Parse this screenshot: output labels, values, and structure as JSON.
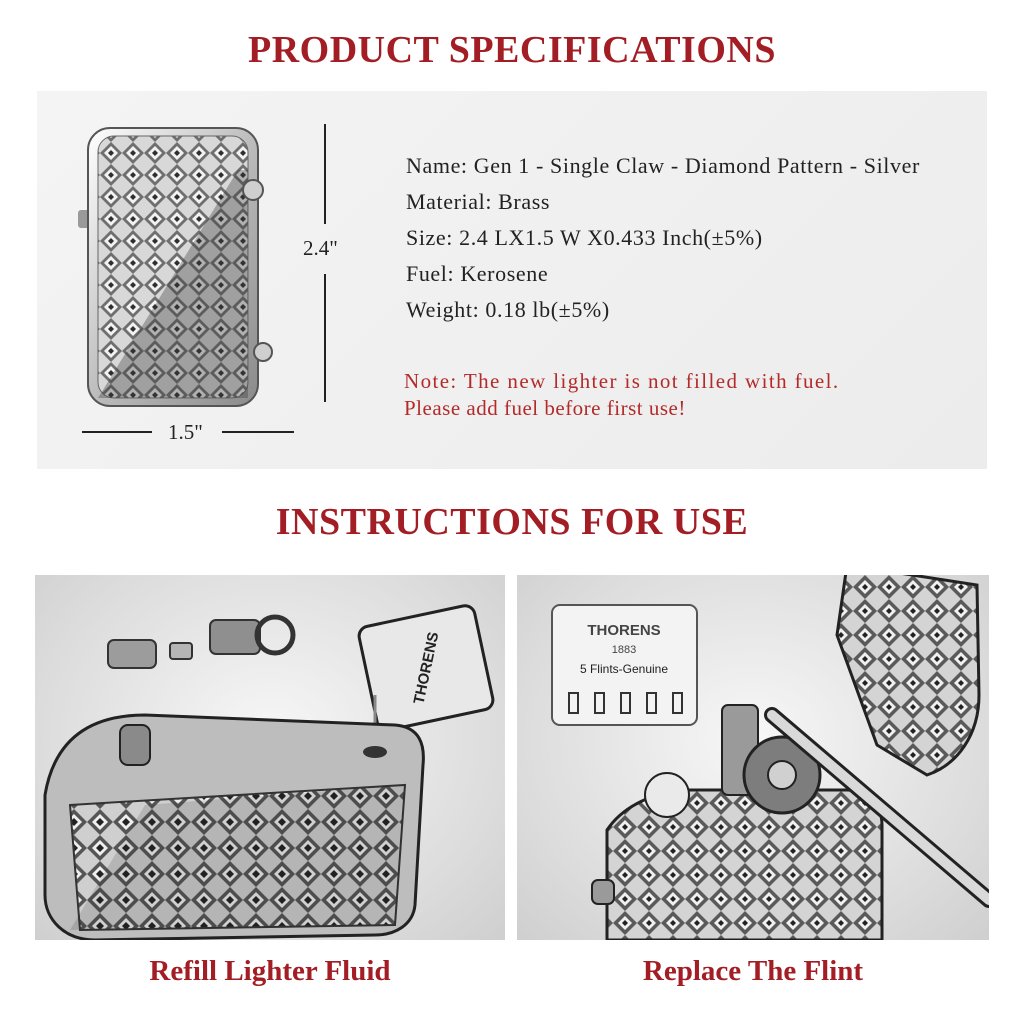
{
  "header": {
    "spec_title": "PRODUCT SPECIFICATIONS",
    "instructions_title": "INSTRUCTIONS FOR USE"
  },
  "specs": {
    "name": "Name:  Gen 1 - Single Claw - Diamond Pattern - Silver",
    "material": "Material: Brass",
    "size": "Size: 2.4 LX1.5 W X0.433 Inch(±5%)",
    "fuel": "Fuel: Kerosene",
    "weight": "Weight: 0.18 lb(±5%)"
  },
  "dimensions": {
    "height": "2.4\"",
    "width": "1.5\""
  },
  "note": {
    "line1": "Note: The new lighter is not filled with fuel.",
    "line2": "Please add fuel before first use!"
  },
  "instructions": {
    "refill": {
      "caption": "Refill Lighter Fluid",
      "can_brand": "THORENS"
    },
    "flint": {
      "caption": "Replace The Flint",
      "pack_brand": "THORENS",
      "pack_year": "1883",
      "pack_text": "5 Flints-Genuine"
    }
  },
  "colors": {
    "accent": "#a31d24",
    "note": "#b32a2a",
    "panel": "#efefef"
  }
}
